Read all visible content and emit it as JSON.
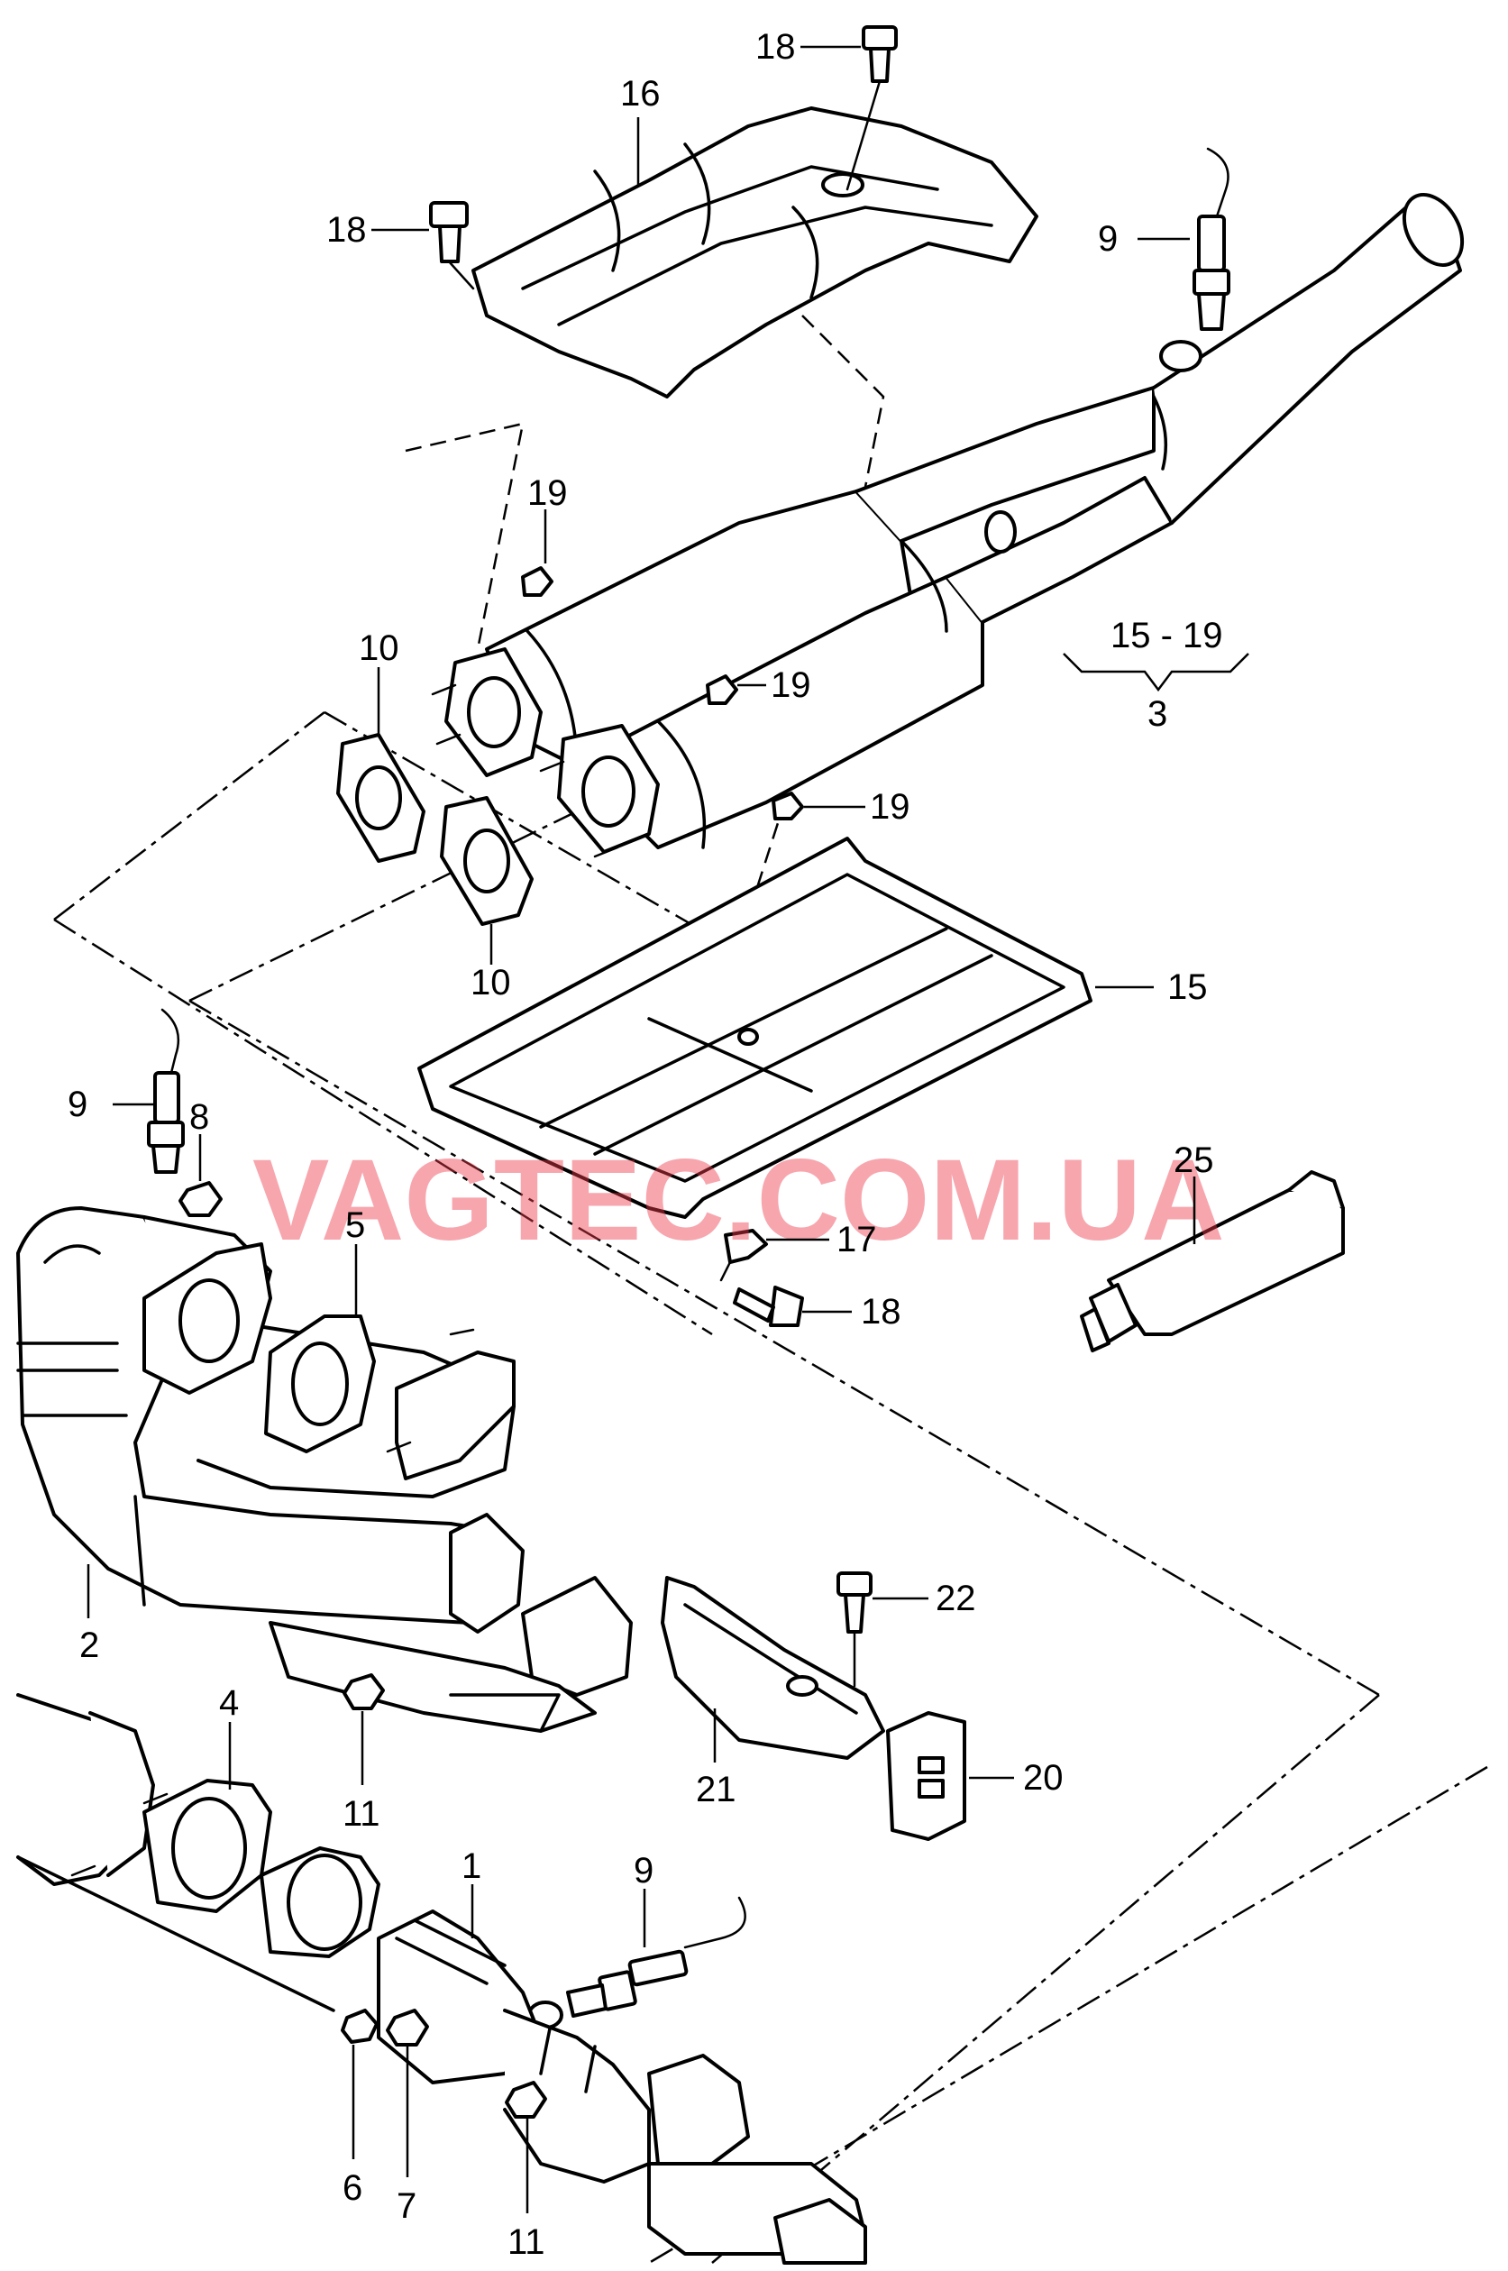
{
  "watermark": "VAGTEC.COM.UA",
  "callouts": {
    "c18_top": "18",
    "c16": "16",
    "c18_left": "18",
    "c9_top": "9",
    "c19_a": "19",
    "c19_b": "19",
    "c19_c": "19",
    "c10_a": "10",
    "c10_b": "10",
    "c15_19": "15 - 19",
    "c3": "3",
    "c15": "15",
    "c9_left": "9",
    "c8": "8",
    "c5": "5",
    "c25": "25",
    "c17": "17",
    "c18_bottom": "18",
    "c2": "2",
    "c22": "22",
    "c11_a": "11",
    "c21": "21",
    "c20": "20",
    "c4": "4",
    "c1": "1",
    "c9_bottom": "9",
    "c6": "6",
    "c7": "7",
    "c11_b": "11"
  }
}
